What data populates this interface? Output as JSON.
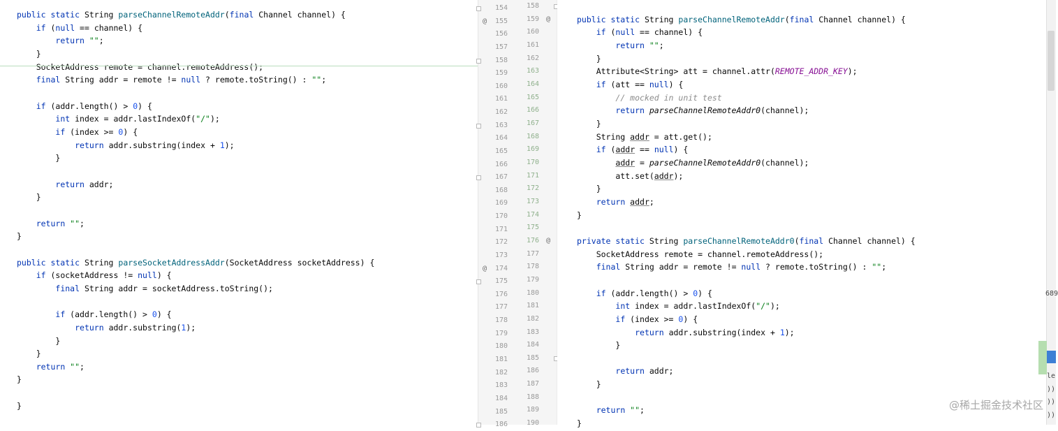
{
  "left_lines": [
    [
      {
        "t": "public static ",
        "c": "kw"
      },
      {
        "t": "String "
      },
      {
        "t": "parseChannelRemoteAddr",
        "c": "m"
      },
      {
        "t": "("
      },
      {
        "t": "final ",
        "c": "kw"
      },
      {
        "t": "Channel channel) {"
      }
    ],
    [
      {
        "t": "    "
      },
      {
        "t": "if ",
        "c": "kw"
      },
      {
        "t": "("
      },
      {
        "t": "null ",
        "c": "kw"
      },
      {
        "t": "== channel) {"
      }
    ],
    [
      {
        "t": "        "
      },
      {
        "t": "return ",
        "c": "kw"
      },
      {
        "t": "\"\"",
        "c": "s"
      },
      {
        "t": ";"
      }
    ],
    [
      {
        "t": "    }"
      }
    ],
    [
      {
        "t": "    SocketAddress remote = channel.remoteAddress();"
      }
    ],
    [
      {
        "t": "    "
      },
      {
        "t": "final ",
        "c": "kw"
      },
      {
        "t": "String addr = remote != "
      },
      {
        "t": "null ",
        "c": "kw"
      },
      {
        "t": "? remote.toString() : "
      },
      {
        "t": "\"\"",
        "c": "s"
      },
      {
        "t": ";"
      }
    ],
    [],
    [
      {
        "t": "    "
      },
      {
        "t": "if ",
        "c": "kw"
      },
      {
        "t": "(addr.length() > "
      },
      {
        "t": "0",
        "c": "n"
      },
      {
        "t": ") {"
      }
    ],
    [
      {
        "t": "        "
      },
      {
        "t": "int ",
        "c": "kw"
      },
      {
        "t": "index = addr.lastIndexOf("
      },
      {
        "t": "\"/\"",
        "c": "s"
      },
      {
        "t": ");"
      }
    ],
    [
      {
        "t": "        "
      },
      {
        "t": "if ",
        "c": "kw"
      },
      {
        "t": "(index >= "
      },
      {
        "t": "0",
        "c": "n"
      },
      {
        "t": ") {"
      }
    ],
    [
      {
        "t": "            "
      },
      {
        "t": "return ",
        "c": "kw"
      },
      {
        "t": "addr.substring(index + "
      },
      {
        "t": "1",
        "c": "n"
      },
      {
        "t": ");"
      }
    ],
    [
      {
        "t": "        }"
      }
    ],
    [],
    [
      {
        "t": "        "
      },
      {
        "t": "return ",
        "c": "kw"
      },
      {
        "t": "addr;"
      }
    ],
    [
      {
        "t": "    }"
      }
    ],
    [],
    [
      {
        "t": "    "
      },
      {
        "t": "return ",
        "c": "kw"
      },
      {
        "t": "\"\"",
        "c": "s"
      },
      {
        "t": ";"
      }
    ],
    [
      {
        "t": "}"
      }
    ],
    [],
    [
      {
        "t": "public static ",
        "c": "kw"
      },
      {
        "t": "String "
      },
      {
        "t": "parseSocketAddressAddr",
        "c": "m"
      },
      {
        "t": "(SocketAddress socketAddress) {"
      }
    ],
    [
      {
        "t": "    "
      },
      {
        "t": "if ",
        "c": "kw"
      },
      {
        "t": "(socketAddress != "
      },
      {
        "t": "null",
        "c": "kw"
      },
      {
        "t": ") {"
      }
    ],
    [
      {
        "t": "        "
      },
      {
        "t": "final ",
        "c": "kw"
      },
      {
        "t": "String addr = socketAddress.toString();"
      }
    ],
    [],
    [
      {
        "t": "        "
      },
      {
        "t": "if ",
        "c": "kw"
      },
      {
        "t": "(addr.length() > "
      },
      {
        "t": "0",
        "c": "n"
      },
      {
        "t": ") {"
      }
    ],
    [
      {
        "t": "            "
      },
      {
        "t": "return ",
        "c": "kw"
      },
      {
        "t": "addr.substring("
      },
      {
        "t": "1",
        "c": "n"
      },
      {
        "t": ");"
      }
    ],
    [
      {
        "t": "        }"
      }
    ],
    [
      {
        "t": "    }"
      }
    ],
    [
      {
        "t": "    "
      },
      {
        "t": "return ",
        "c": "kw"
      },
      {
        "t": "\"\"",
        "c": "s"
      },
      {
        "t": ";"
      }
    ],
    [
      {
        "t": "}"
      }
    ],
    [],
    [
      {
        "t": "}"
      }
    ]
  ],
  "left_line_numbers": [
    "154",
    "155",
    "156",
    "157",
    "158",
    "159",
    "160",
    "161",
    "162",
    "163",
    "164",
    "165",
    "166",
    "167",
    "168",
    "169",
    "170",
    "171",
    "172",
    "173",
    "174",
    "175",
    "176",
    "177",
    "178",
    "179",
    "180",
    "181",
    "182",
    "183",
    "184",
    "185",
    "186"
  ],
  "right_line_numbers": [
    "158",
    "159",
    "160",
    "161",
    "162",
    "163",
    "164",
    "165",
    "166",
    "167",
    "168",
    "169",
    "170",
    "171",
    "172",
    "173",
    "174",
    "175",
    "176",
    "177",
    "178",
    "179",
    "180",
    "181",
    "182",
    "183",
    "184",
    "185",
    "186",
    "187",
    "188",
    "189",
    "190"
  ],
  "right_lines": [
    [],
    [
      {
        "t": "public static ",
        "c": "kw"
      },
      {
        "t": "String "
      },
      {
        "t": "parseChannelRemoteAddr",
        "c": "m"
      },
      {
        "t": "("
      },
      {
        "t": "final ",
        "c": "kw"
      },
      {
        "t": "Channel channel) {"
      }
    ],
    [
      {
        "t": "    "
      },
      {
        "t": "if ",
        "c": "kw"
      },
      {
        "t": "("
      },
      {
        "t": "null ",
        "c": "kw"
      },
      {
        "t": "== channel) {"
      }
    ],
    [
      {
        "t": "        "
      },
      {
        "t": "return ",
        "c": "kw"
      },
      {
        "t": "\"\"",
        "c": "s"
      },
      {
        "t": ";"
      }
    ],
    [
      {
        "t": "    }"
      }
    ],
    [
      {
        "t": "    Attribute<String> att = channel.attr("
      },
      {
        "t": "REMOTE_ADDR_KEY",
        "c": "st"
      },
      {
        "t": ");"
      }
    ],
    [
      {
        "t": "    "
      },
      {
        "t": "if ",
        "c": "kw"
      },
      {
        "t": "(att == "
      },
      {
        "t": "null",
        "c": "kw"
      },
      {
        "t": ") {"
      }
    ],
    [
      {
        "t": "        "
      },
      {
        "t": "// mocked in unit test",
        "c": "c"
      }
    ],
    [
      {
        "t": "        "
      },
      {
        "t": "return ",
        "c": "kw"
      },
      {
        "t": "parseChannelRemoteAddr0",
        "c": "i"
      },
      {
        "t": "(channel);"
      }
    ],
    [
      {
        "t": "    }"
      }
    ],
    [
      {
        "t": "    String "
      },
      {
        "t": "addr",
        "c": "u"
      },
      {
        "t": " = att.get();"
      }
    ],
    [
      {
        "t": "    "
      },
      {
        "t": "if ",
        "c": "kw"
      },
      {
        "t": "("
      },
      {
        "t": "addr",
        "c": "u"
      },
      {
        "t": " == "
      },
      {
        "t": "null",
        "c": "kw"
      },
      {
        "t": ") {"
      }
    ],
    [
      {
        "t": "        "
      },
      {
        "t": "addr",
        "c": "u"
      },
      {
        "t": " = "
      },
      {
        "t": "parseChannelRemoteAddr0",
        "c": "i"
      },
      {
        "t": "(channel);"
      }
    ],
    [
      {
        "t": "        att.set("
      },
      {
        "t": "addr",
        "c": "u"
      },
      {
        "t": ");"
      }
    ],
    [
      {
        "t": "    }"
      }
    ],
    [
      {
        "t": "    "
      },
      {
        "t": "return ",
        "c": "kw"
      },
      {
        "t": "addr",
        "c": "u"
      },
      {
        "t": ";"
      }
    ],
    [
      {
        "t": "}"
      }
    ],
    [],
    [
      {
        "t": "private static ",
        "c": "kw"
      },
      {
        "t": "String "
      },
      {
        "t": "parseChannelRemoteAddr0",
        "c": "m"
      },
      {
        "t": "("
      },
      {
        "t": "final ",
        "c": "kw"
      },
      {
        "t": "Channel channel) {"
      }
    ],
    [
      {
        "t": "    SocketAddress remote = channel.remoteAddress();"
      }
    ],
    [
      {
        "t": "    "
      },
      {
        "t": "final ",
        "c": "kw"
      },
      {
        "t": "String addr = remote != "
      },
      {
        "t": "null ",
        "c": "kw"
      },
      {
        "t": "? remote.toString() : "
      },
      {
        "t": "\"\"",
        "c": "s"
      },
      {
        "t": ";"
      }
    ],
    [],
    [
      {
        "t": "    "
      },
      {
        "t": "if ",
        "c": "kw"
      },
      {
        "t": "(addr.length() > "
      },
      {
        "t": "0",
        "c": "n"
      },
      {
        "t": ") {"
      }
    ],
    [
      {
        "t": "        "
      },
      {
        "t": "int ",
        "c": "kw"
      },
      {
        "t": "index = addr.lastIndexOf("
      },
      {
        "t": "\"/\"",
        "c": "s"
      },
      {
        "t": ");"
      }
    ],
    [
      {
        "t": "        "
      },
      {
        "t": "if ",
        "c": "kw"
      },
      {
        "t": "(index >= "
      },
      {
        "t": "0",
        "c": "n"
      },
      {
        "t": ") {"
      }
    ],
    [
      {
        "t": "            "
      },
      {
        "t": "return ",
        "c": "kw"
      },
      {
        "t": "addr.substring(index + "
      },
      {
        "t": "1",
        "c": "n"
      },
      {
        "t": ");"
      }
    ],
    [
      {
        "t": "        }"
      }
    ],
    [],
    [
      {
        "t": "        "
      },
      {
        "t": "return ",
        "c": "kw"
      },
      {
        "t": "addr;"
      }
    ],
    [
      {
        "t": "    }"
      }
    ],
    [],
    [
      {
        "t": "    "
      },
      {
        "t": "return ",
        "c": "kw"
      },
      {
        "t": "\"\"",
        "c": "s"
      },
      {
        "t": ";"
      }
    ],
    [
      {
        "t": "}"
      }
    ]
  ],
  "gutter_markers": {
    "override_symbol": "@"
  },
  "edge_text": {
    "overflow": "689",
    "glyphs": [
      "le",
      "))",
      "))",
      "))"
    ]
  },
  "watermark": "@稀土掘金技术社区",
  "colors": {
    "added_background": "#c5e6c0",
    "keyword": "#0033b3",
    "method": "#00627a",
    "string": "#067d17",
    "number": "#1750eb"
  }
}
